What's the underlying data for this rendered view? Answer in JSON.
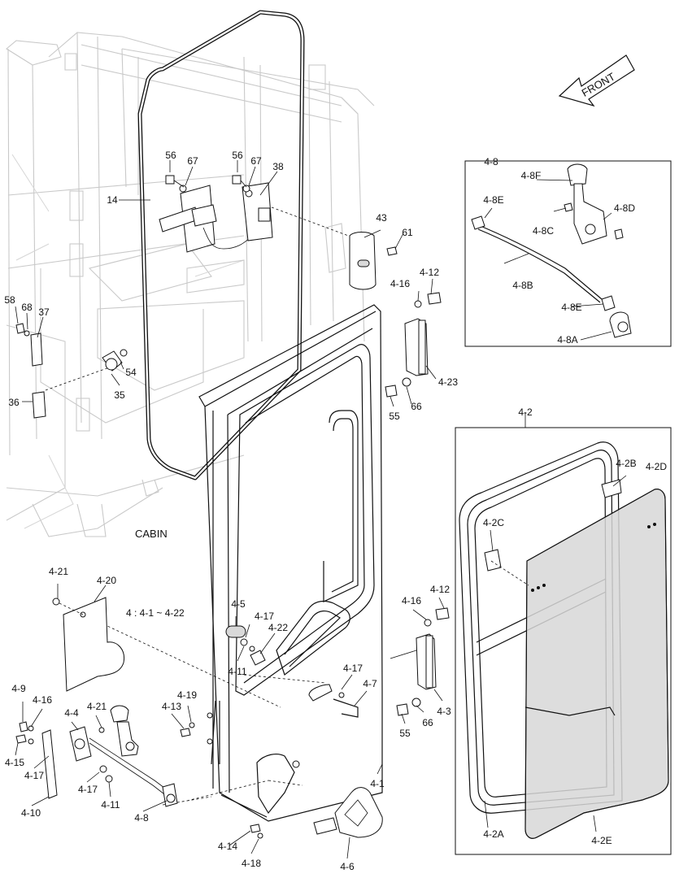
{
  "front_label": "FRONT",
  "cabin_label": "CABIN",
  "group_note": "4 : 4-1 ~ 4-22",
  "callouts": {
    "c56a": "56",
    "c67a": "67",
    "c56b": "56",
    "c67b": "67",
    "c38": "38",
    "c14": "14",
    "c43": "43",
    "c61": "61",
    "c58": "58",
    "c68": "68",
    "c37": "37",
    "c54": "54",
    "c35": "35",
    "c36": "36",
    "c4_16a": "4-16",
    "c4_12a": "4-12",
    "c4_23": "4-23",
    "c55a": "55",
    "c66a": "66",
    "c4_8": "4-8",
    "c4_8F": "4-8F",
    "c4_8E_top": "4-8E",
    "c4_8D": "4-8D",
    "c4_8C": "4-8C",
    "c4_8B": "4-8B",
    "c4_8E_bot": "4-8E",
    "c4_8A": "4-8A",
    "c4_2": "4-2",
    "c4_2B": "4-2B",
    "c4_2D": "4-2D",
    "c4_2C": "4-2C",
    "c4_2A": "4-2A",
    "c4_2E": "4-2E",
    "c4_21a": "4-21",
    "c4_20": "4-20",
    "c4_5": "4-5",
    "c4_17a": "4-17",
    "c4_22": "4-22",
    "c4_11a": "4-11",
    "c4_16b": "4-16",
    "c4_12b": "4-12",
    "c4_3": "4-3",
    "c55b": "55",
    "c66b": "66",
    "c4_17b": "4-17",
    "c4_7": "4-7",
    "c4_9": "4-9",
    "c4_16c": "4-16",
    "c4_4": "4-4",
    "c4_21b": "4-21",
    "c4_19": "4-19",
    "c4_13": "4-13",
    "c4_15": "4-15",
    "c4_17c": "4-17",
    "c4_17d": "4-17",
    "c4_11b": "4-11",
    "c4_10": "4-10",
    "c4_8_bottom": "4-8",
    "c4_1": "4-1",
    "c4_14": "4-14",
    "c4_18": "4-18",
    "c4_6": "4-6"
  }
}
